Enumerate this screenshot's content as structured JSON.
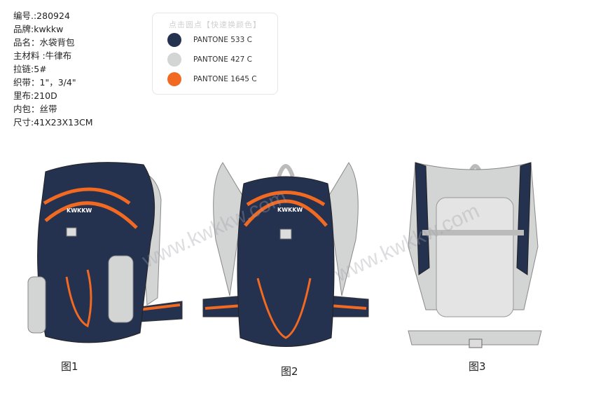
{
  "specs": [
    "编号.:280924",
    "品牌:kwkkw",
    "品名：水袋背包",
    "主材料 :牛律布",
    "拉链:5#",
    "织带：1\"，3/4\"",
    "里布:210D",
    "内包：丝带",
    "尺寸:41X23X13CM"
  ],
  "palette": {
    "title": "点击圆点【快速换颜色】",
    "colors": [
      {
        "name": "PANTONE 533 C",
        "hex": "#24314f"
      },
      {
        "name": "PANTONE 427 C",
        "hex": "#d3d4d4"
      },
      {
        "name": "PANTONE 1645 C",
        "hex": "#f26a22"
      }
    ]
  },
  "brand_label": "KWKKW",
  "watermark": "www.kwkkw.com",
  "captions": [
    "图1",
    "图2",
    "图3"
  ]
}
